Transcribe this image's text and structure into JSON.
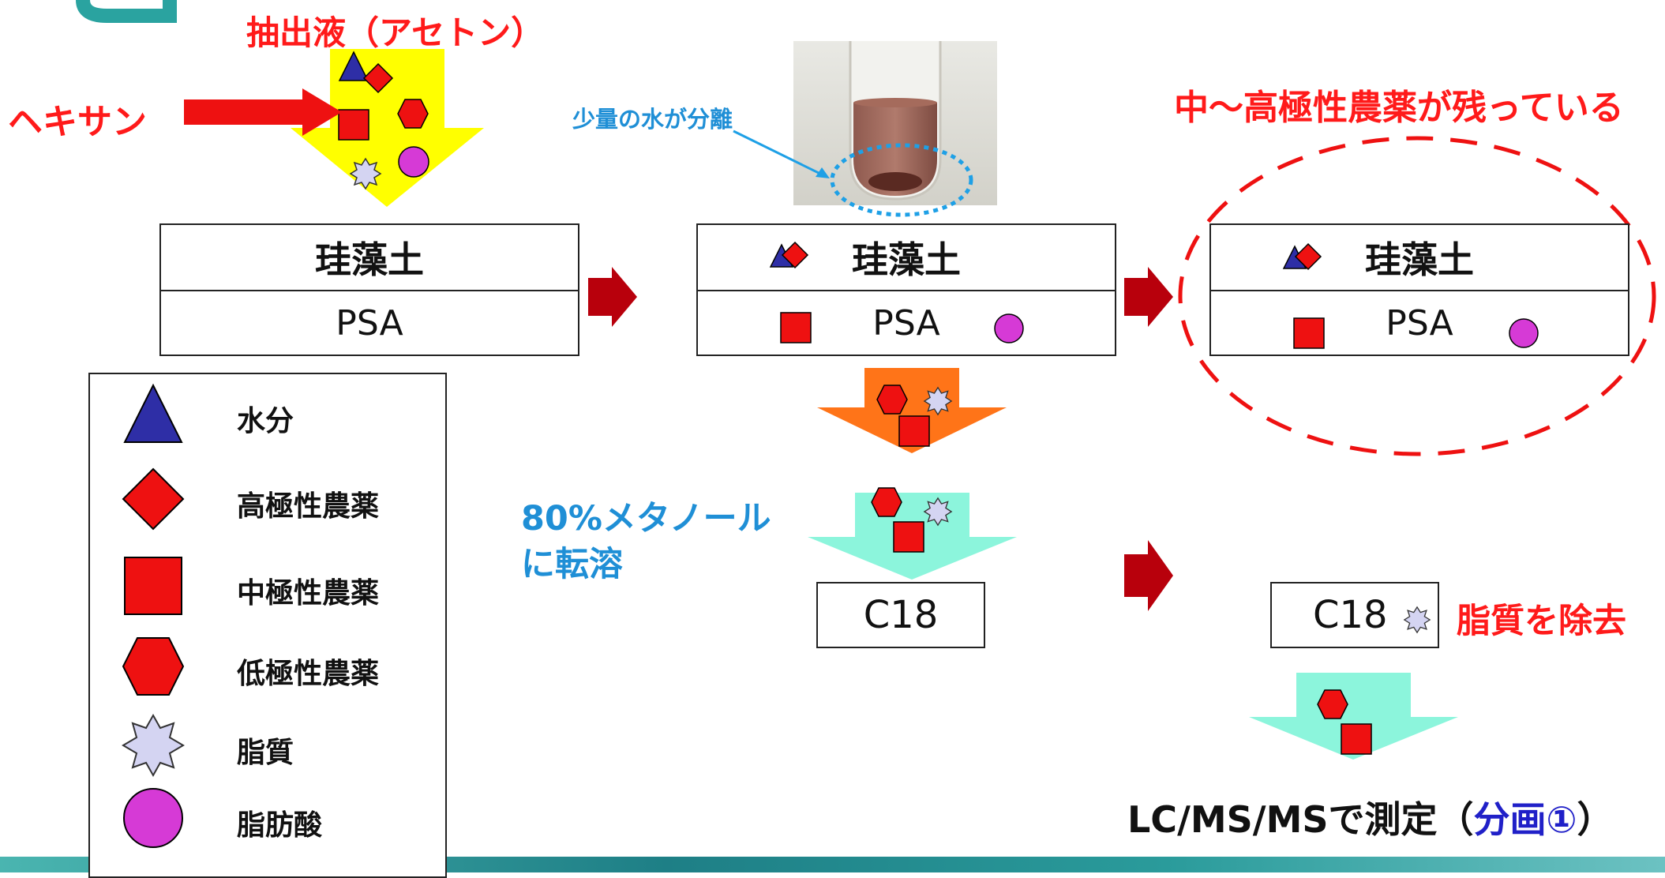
{
  "labels": {
    "extract": "抽出液（アセトン）",
    "hexane": "ヘキサン",
    "water_sep": "少量の水が分離",
    "remaining": "中～高極性農薬が残っている",
    "diatom": "珪藻土",
    "psa": "PSA",
    "methanol": "80%メタノール\nに転溶",
    "c18": "C18",
    "lipid_removed": "脂質を除去",
    "measure": "LC/MS/MSで測定（",
    "fraction": "分画①",
    "measure_close": "）"
  },
  "legend": [
    {
      "shape": "triangle-icon",
      "label": "水分",
      "color": "#2e2ea6"
    },
    {
      "shape": "diamond-icon",
      "label": "高極性農薬",
      "color": "#ee1111"
    },
    {
      "shape": "square-icon",
      "label": "中極性農薬",
      "color": "#ee1111"
    },
    {
      "shape": "hexagon-icon",
      "label": "低極性農薬",
      "color": "#ee1111"
    },
    {
      "shape": "star-icon",
      "label": "脂質",
      "color": "#d4d4f2"
    },
    {
      "shape": "circle-icon",
      "label": "脂肪酸",
      "color": "#d63ad6"
    }
  ],
  "colors": {
    "red_text": "#ff1a1a",
    "blue_text": "#1f8fd6",
    "dark_red_arrow": "#b8000c",
    "yellow_arrow": "#ffff00",
    "orange_arrow": "#ff7418",
    "cyan_arrow": "#8cf5dc",
    "fraction_blue": "#2020c8",
    "teal": "#2aa3a0"
  }
}
